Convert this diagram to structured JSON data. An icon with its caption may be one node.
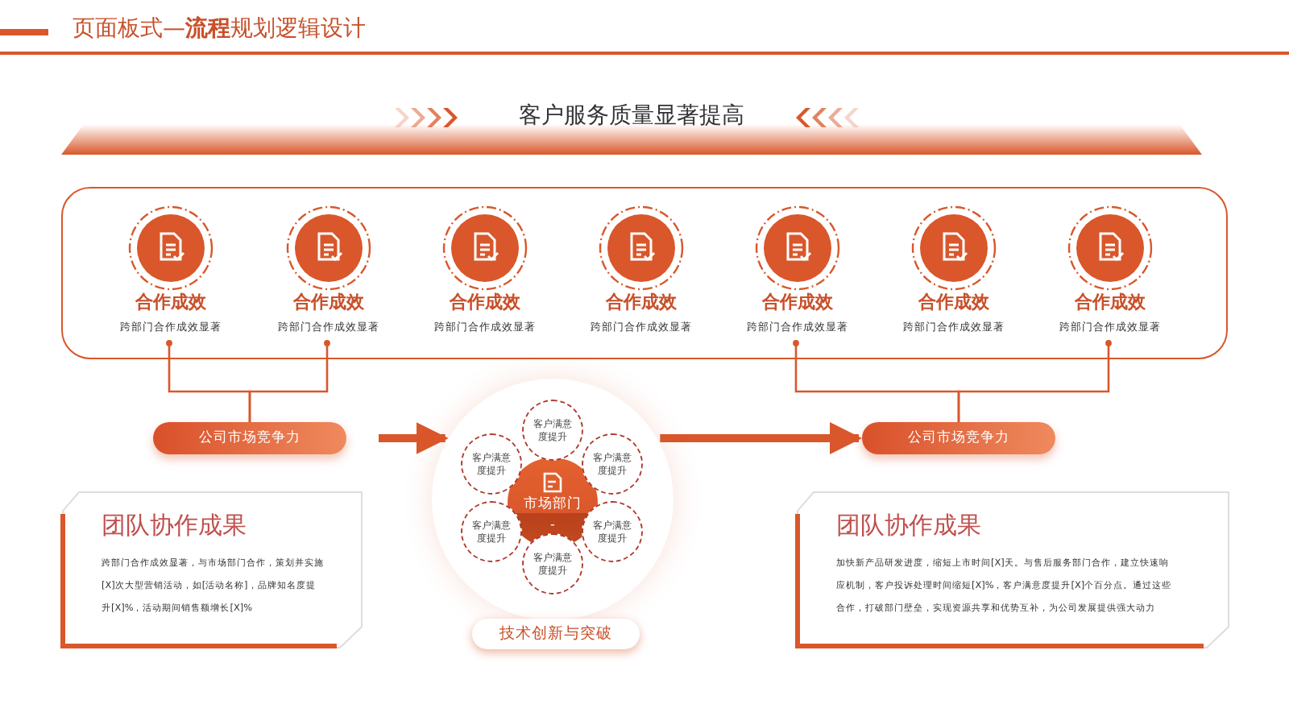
{
  "diagram": {
    "title": "页面板式—**流程**规划逻辑设计",
    "nodes": [
      {
        "text": [
          "客户服务质量显著提高"
        ]
      },
      {
        "text": [],
        "shape": "box"
      },
      {
        "text": [
          "合作成效",
          "跨部门合作成效显著"
        ],
        "in": 1
      },
      {
        "text": [
          "合作成效",
          "跨部门合作成效显著"
        ],
        "in": 1
      },
      {
        "text": [
          "合作成效",
          "跨部门合作成效显著"
        ],
        "in": 1
      },
      {
        "text": [
          "合作成效",
          "跨部门合作成效显著"
        ],
        "in": 1
      },
      {
        "text": [
          "合作成效",
          "跨部门合作成效显著"
        ],
        "in": 1
      },
      {
        "text": [
          "合作成效",
          "跨部门合作成效显著"
        ],
        "in": 1
      },
      {
        "text": [
          "合作成效",
          "跨部门合作成效显著"
        ],
        "in": 1
      },
      {
        "text": [
          "公司市场竞争力"
        ]
      },
      {
        "text": [
          "公司市场竞争力"
        ]
      },
      {
        "text": [],
        "shape": "circle"
      },
      {
        "text": [
          "市场部门",
          "-"
        ],
        "in": 11
      },
      {
        "text": [
          "客户满意度提升"
        ],
        "in": 11
      },
      {
        "text": [
          "客户满意度提升"
        ],
        "in": 11
      },
      {
        "text": [
          "客户满意度提升"
        ],
        "in": 11
      },
      {
        "text": [
          "客户满意度提升"
        ],
        "in": 11
      },
      {
        "text": [
          "客户满意度提升"
        ],
        "in": 11
      },
      {
        "text": [
          "客户满意度提升"
        ],
        "in": 11
      },
      {
        "text": [
          "技术创新与突破"
        ]
      },
      {
        "text": [
          "团队协作成果",
          "跨部门合作成效显著，与市场部门合作，策划并实施[X]次大型营销活动，如[活动名称]，品牌知名度提升[X]%，活动期间销售额增长[X]%"
        ]
      },
      {
        "text": [
          "团队协作成果",
          "加快新产品研发进度，缩短上市时间[X]天。与售后服务部门合作，建立快速响应机制，客户投诉处理时间缩短[X]%，客户满意度提升[X]个百分点。通过这些合作，打破部门壁垒，实现资源共享和优势互补，为公司发展提供强大动力"
        ]
      }
    ],
    "edges": [
      {
        "from": 2,
        "to": 9,
        "arrow": "other"
      },
      {
        "from": 3,
        "to": 9,
        "arrow": "other"
      },
      {
        "from": 6,
        "to": 10,
        "arrow": "other"
      },
      {
        "from": 8,
        "to": 10,
        "arrow": "other"
      },
      {
        "from": 9,
        "to": 11,
        "arrow": "to",
        "style": "thick"
      },
      {
        "from": 11,
        "to": 10,
        "arrow": "to",
        "style": "thick"
      }
    ]
  }
}
